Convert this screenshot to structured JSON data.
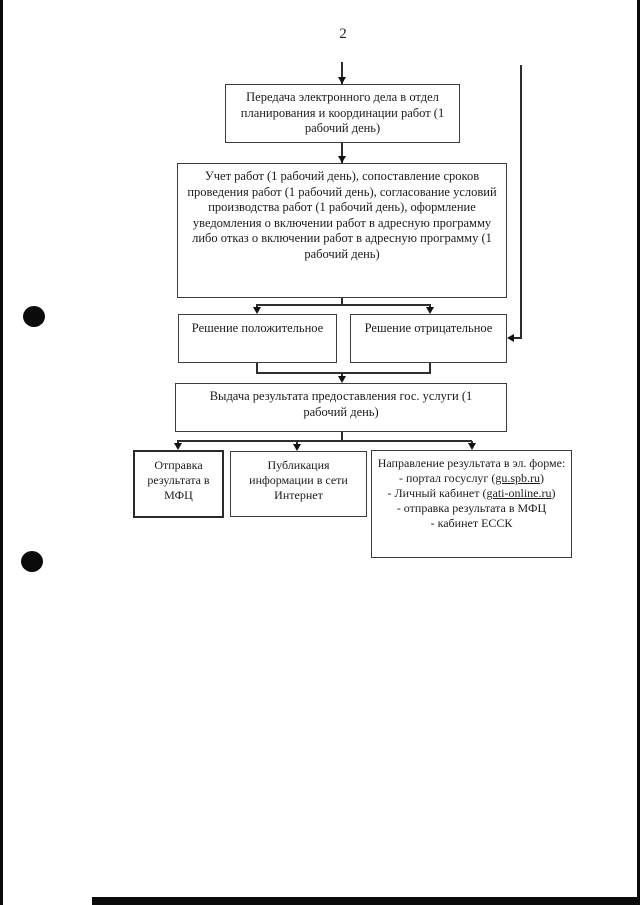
{
  "page": {
    "number": "2"
  },
  "flowchart": {
    "transfer": "Передача электронного дела в отдел планирования и координации работ (1 рабочий день)",
    "accounting": "Учет работ (1 рабочий день), сопоставление сроков проведения работ (1 рабочий день), согласование условий производства работ (1 рабочий день), оформление уведомления о включении работ в адресную программу либо отказ о включении работ в адресную программу (1 рабочий день)",
    "decision_positive": "Решение положительное",
    "decision_negative": "Решение отрицательное",
    "issue_result": "Выдача результата предоставления гос. услуги (1 рабочий день)",
    "send_mfc": "Отправка результата в МФЦ",
    "publish_internet": "Публикация информации в сети Интернет",
    "electronic": {
      "title": "Направление результата в эл. форме:",
      "items": [
        {
          "prefix": "- портал госуслуг (",
          "link": "gu.spb.ru",
          "suffix": ")"
        },
        {
          "prefix": "- Личный кабинет (",
          "link": "gati-online.ru",
          "suffix": ")"
        },
        {
          "prefix": "- отправка результата в МФЦ",
          "link": "",
          "suffix": ""
        },
        {
          "prefix": "- кабинет ЕССК",
          "link": "",
          "suffix": ""
        }
      ]
    }
  }
}
